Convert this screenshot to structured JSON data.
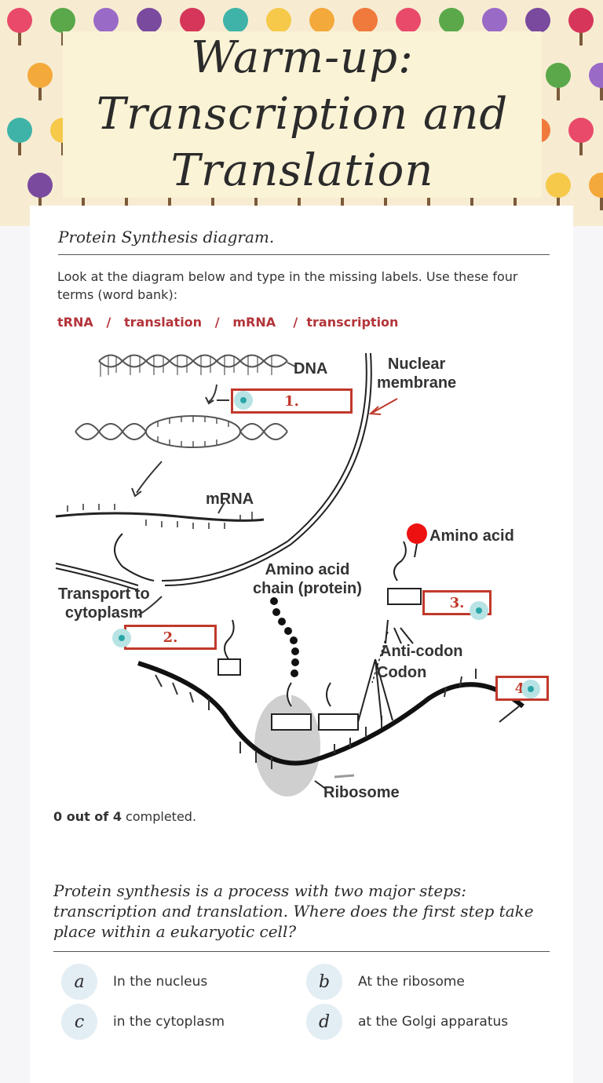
{
  "header": {
    "title_lines": [
      "Warm-up:",
      "Transcription and",
      "Translation"
    ]
  },
  "section1": {
    "title": "Protein Synthesis diagram.",
    "instructions": "Look at the diagram below and type in the missing labels. Use these four terms (word bank):",
    "word_bank": "tRNA   /   translation   /   mRNA    /  transcription",
    "diagram_labels": {
      "dna": "DNA",
      "nuclear_membrane": "Nuclear\nmembrane",
      "mrna": "mRNA",
      "amino_acid": "Amino acid",
      "amino_acid_chain": "Amino acid\nchain (protein)",
      "transport": "Transport to\ncytoplasm",
      "anti_codon": "Anti-codon",
      "codon": "Codon",
      "ribosome": "Ribosome"
    },
    "blanks": [
      "1.",
      "2.",
      "3.",
      "4."
    ],
    "progress_count": "0 out of 4",
    "progress_suffix": " completed."
  },
  "question": {
    "text": "Protein synthesis is a process with two major steps: transcription and translation. Where does the first step take place within a eukaryotic cell?",
    "options": [
      {
        "letter": "a",
        "text": "In the nucleus"
      },
      {
        "letter": "b",
        "text": "At the ribosome"
      },
      {
        "letter": "c",
        "text": "in the cytoplasm"
      },
      {
        "letter": "d",
        "text": "at the Golgi apparatus"
      }
    ]
  },
  "colors": {
    "accent_red": "#b3343a",
    "dot_teal": "#2aa6a8",
    "option_bg": "#e3edf4"
  }
}
